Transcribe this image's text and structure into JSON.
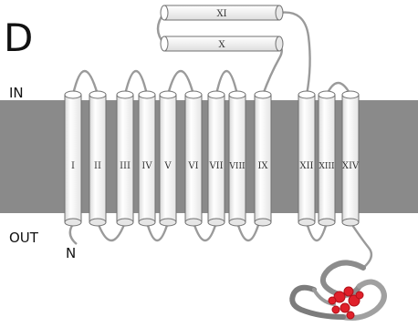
{
  "panel_label": "D",
  "side_labels": {
    "inside": "IN",
    "outside": "OUT"
  },
  "terminus_label": "N",
  "helices": [
    "I",
    "II",
    "III",
    "IV",
    "V",
    "VI",
    "VII",
    "VIII",
    "IX",
    "XII",
    "XIII",
    "XIV"
  ],
  "cytoplasmic_helices": [
    "XI",
    "X"
  ],
  "colors": {
    "membrane": "#8a8a8a",
    "helix_fill": "#ffffff",
    "helix_outline": "#707070",
    "loop": "#9a9a9a",
    "domain_ribbon": "#8c8c8c",
    "domain_highlight": "#e0202a"
  }
}
